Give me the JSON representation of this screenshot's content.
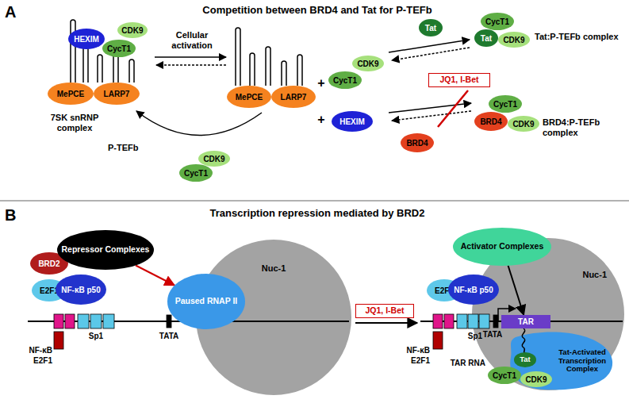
{
  "diagram": {
    "nodes": [
      {
        "text": [
          "HEXIM"
        ]
      },
      {
        "text": [
          "CycT1"
        ]
      },
      {
        "text": [
          "CDK9"
        ]
      },
      {
        "text": [
          "MePCE"
        ]
      },
      {
        "text": [
          "LARP7"
        ]
      },
      {
        "text": [
          "MePCE"
        ]
      },
      {
        "text": [
          "LARP7"
        ]
      },
      {
        "text": [
          "CycT1"
        ]
      },
      {
        "text": [
          "CDK9"
        ]
      },
      {
        "text": [
          "HEXIM"
        ]
      },
      {
        "text": [
          "CDK9"
        ]
      },
      {
        "text": [
          "CycT1"
        ]
      },
      {
        "text": [
          "Tat"
        ]
      },
      {
        "text": [
          "CycT1"
        ]
      },
      {
        "text": [
          "Tat"
        ]
      },
      {
        "text": [
          "CDK9"
        ]
      },
      {
        "text": [
          "JQ1, I-Bet"
        ]
      },
      {
        "text": [
          "BRD4"
        ]
      },
      {
        "text": [
          "CycT1"
        ]
      },
      {
        "text": [
          "BRD4"
        ]
      },
      {
        "text": [
          "CDK9"
        ]
      },
      {
        "text": [
          "BRD2"
        ]
      },
      {
        "text": [
          "Repressor Complexes"
        ]
      },
      {
        "text": [
          "E2F1"
        ]
      },
      {
        "text": [
          "NF-κB p50"
        ]
      },
      {
        "text": [
          "Nuc-1"
        ]
      },
      {
        "text": [
          "Paused RNAP II"
        ]
      },
      {
        "text": [
          "JQ1, I-Bet"
        ]
      },
      {
        "text": [
          "Nuc-1"
        ]
      },
      {
        "text": [
          "Activator Complexes"
        ]
      },
      {
        "text": [
          "E2F1"
        ]
      },
      {
        "text": [
          "NF-κB p50"
        ]
      },
      {
        "text": [
          "TAR"
        ]
      },
      {
        "text": [
          "Tat-Activated Transcription Complex"
        ]
      },
      {
        "text": [
          "Tat"
        ]
      },
      {
        "text": [
          "CycT1"
        ]
      },
      {
        "text": [
          "CDK9"
        ]
      }
    ],
    "edges": [
      {
        "from": 22,
        "to": 26,
        "arrow": "to"
      },
      {
        "from": 29,
        "to": 32,
        "arrow": "to"
      }
    ],
    "labels": [
      "A",
      "Competition between BRD4 and Tat for P-TEFb",
      "Cellular activation",
      "7SK snRNP complex",
      "P-TEFb",
      "Tat:P-TEFb complex",
      "BRD4:P-TEFb complex",
      "+",
      "+",
      "B",
      "Transcription repression mediated by BRD2",
      "NF-κB",
      "E2F1",
      "Sp1",
      "TATA",
      "NF-κB",
      "E2F1",
      "Sp1",
      "TATA",
      "TAR RNA"
    ]
  }
}
